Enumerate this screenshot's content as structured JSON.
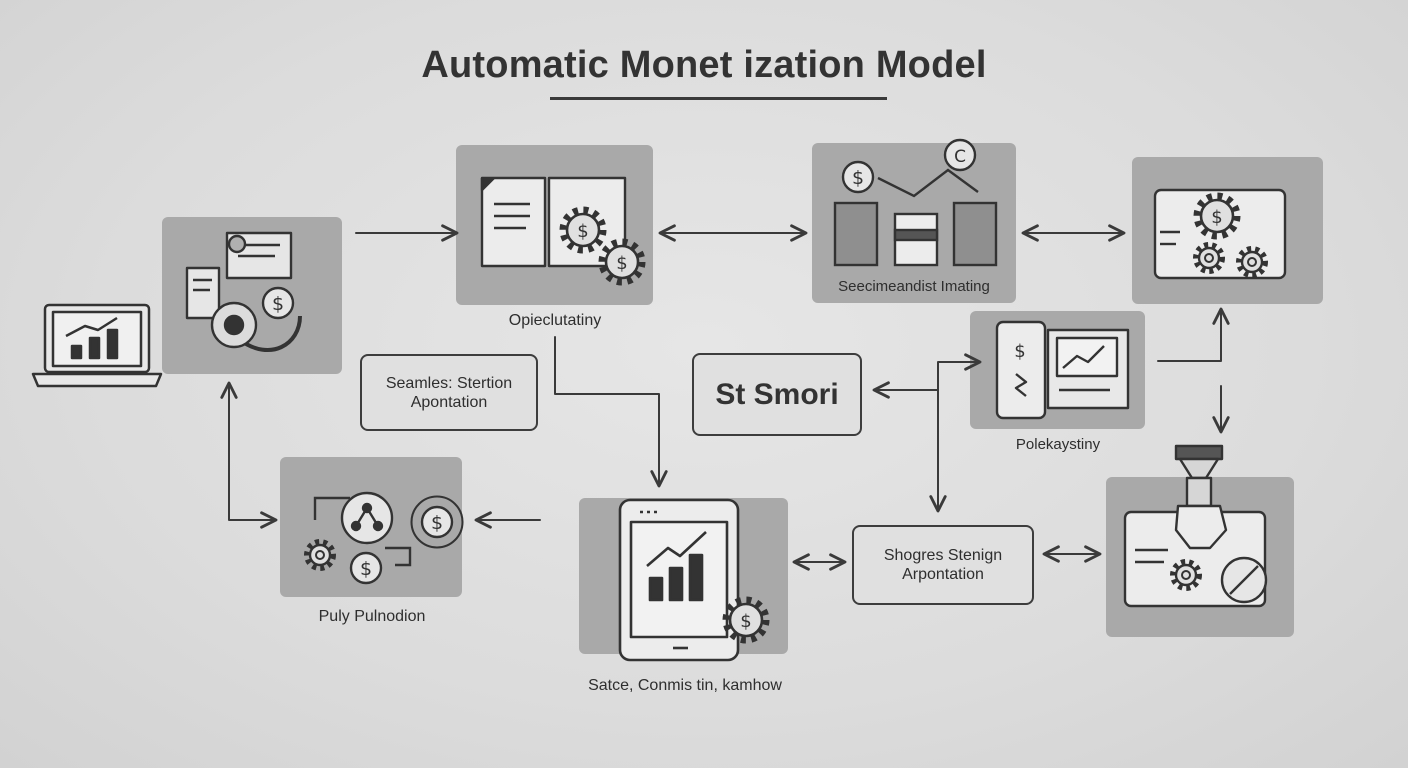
{
  "title": "Automatic Monet ization Model",
  "boxes": {
    "seamless": [
      "Seamles: Stertion",
      "Apontation"
    ],
    "center": "St Smori",
    "shogres": [
      "Shogres Stenign",
      "Arpontation"
    ]
  },
  "captions": {
    "opie": "Opieclutatiny",
    "seecim": "Seecimeandist Imating",
    "polek": "Polekaystiny",
    "puly": "Puly Pulnodion",
    "satce": "Satce, Conmis tin, kamhow"
  },
  "colors": {
    "panel": "#a9a9a9",
    "ink": "#3a3a3a",
    "background": "#dcdcdc"
  }
}
